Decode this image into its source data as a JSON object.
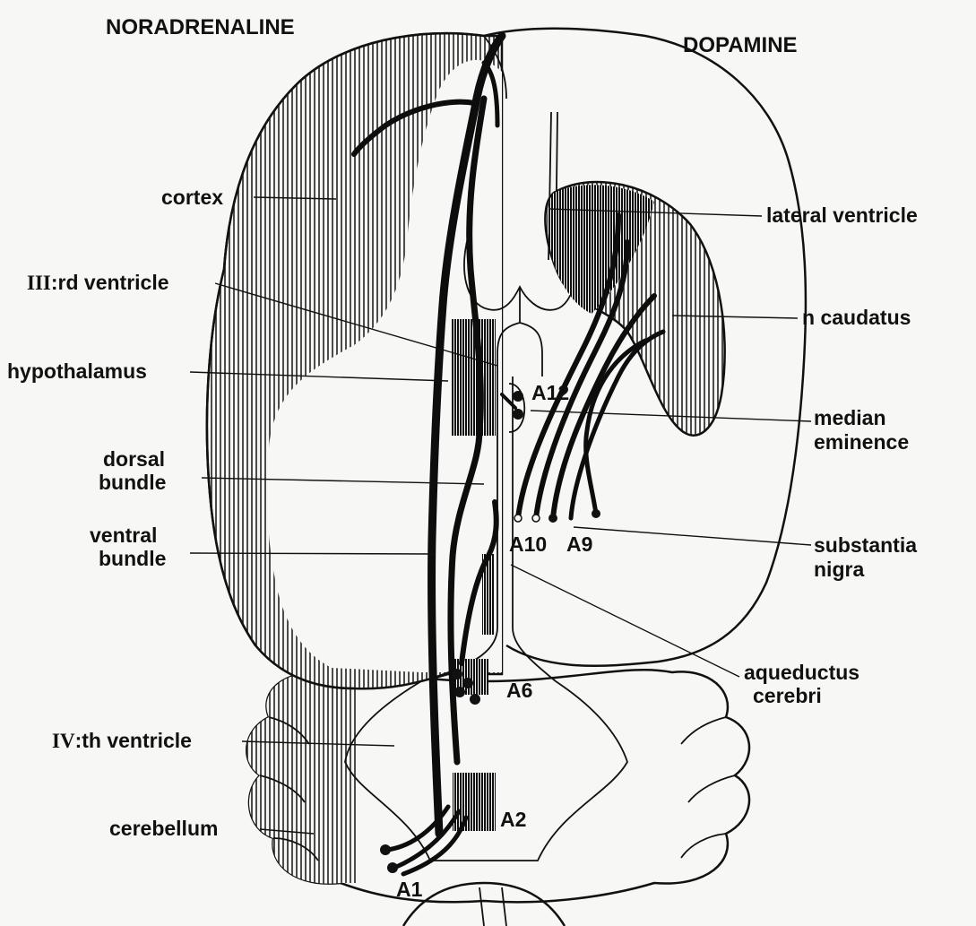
{
  "headings": {
    "left": "NORADRENALINE",
    "right": "DOPAMINE"
  },
  "labels": {
    "cortex": "cortex",
    "third_ventricle_numeral": "III",
    "third_ventricle_suffix": ":rd ventricle",
    "hypothalamus": "hypothalamus",
    "dorsal_bundle_1": "dorsal",
    "dorsal_bundle_2": "bundle",
    "ventral_bundle_1": "ventral",
    "ventral_bundle_2": "bundle",
    "fourth_ventricle_numeral": "IV",
    "fourth_ventricle_suffix": ":th ventricle",
    "cerebellum": "cerebellum",
    "lateral_ventricle": "lateral ventricle",
    "n_caudatus": "n caudatus",
    "median_eminence_1": "median",
    "median_eminence_2": "eminence",
    "substantia_nigra_1": "substantia",
    "substantia_nigra_2": "nigra",
    "aqueductus_cerebri_1": "aqueductus",
    "aqueductus_cerebri_2": "cerebri"
  },
  "cell_groups": {
    "a12": "A12",
    "a10": "A10",
    "a9": "A9",
    "a6": "A6",
    "a2": "A2",
    "a1": "A1"
  }
}
